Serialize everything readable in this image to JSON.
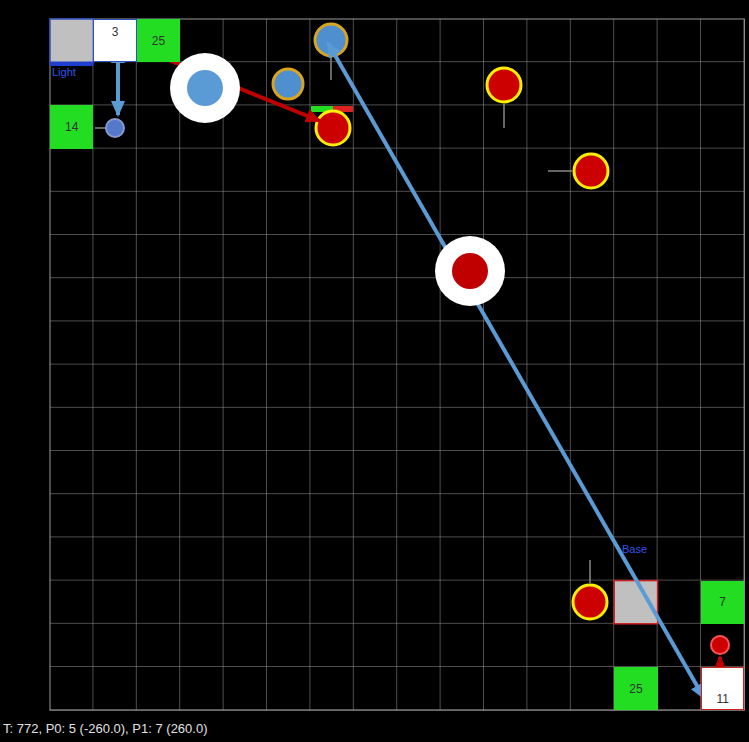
{
  "diagram": {
    "nodes": [
      {
        "text": [
          "3"
        ]
      },
      {
        "text": [
          "25"
        ]
      },
      {
        "text": [
          "14"
        ]
      },
      {
        "text": [
          "7"
        ]
      },
      {
        "text": [
          "25"
        ]
      },
      {
        "text": [
          "11"
        ]
      }
    ],
    "labels": [
      "Light",
      "Base",
      "T: 772, P0: 5 (-260.0), P1: 7 (260.0)"
    ]
  }
}
